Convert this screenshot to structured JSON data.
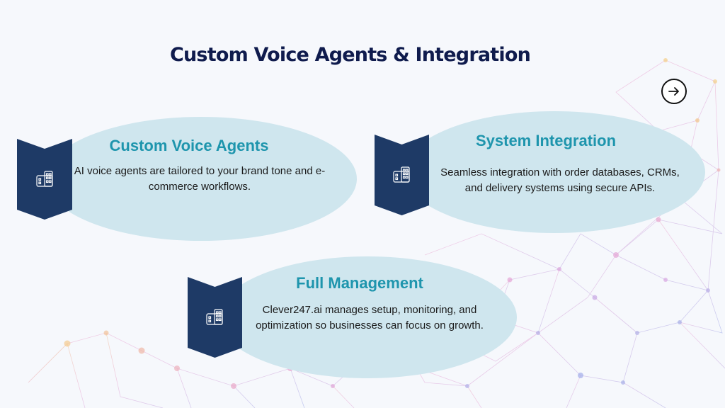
{
  "title": "Custom Voice Agents & Integration",
  "nav": {
    "next_icon": "arrow-right-icon"
  },
  "cards": [
    {
      "title": "Custom Voice Agents",
      "description": "AI voice agents are tailored to your brand tone and e-commerce workflows.",
      "icon": "grid-icon"
    },
    {
      "title": "System Integration",
      "description": "Seamless integration with order databases, CRMs, and delivery systems using secure APIs.",
      "icon": "grid-icon"
    },
    {
      "title": "Full Management",
      "description": "Clever247.ai manages setup, monitoring, and optimization so businesses can focus on growth.",
      "icon": "grid-icon"
    }
  ],
  "colors": {
    "title": "#0f1b4d",
    "accent": "#1e95ad",
    "badge": "#1e3a66",
    "oval": "#cfe6ee"
  }
}
